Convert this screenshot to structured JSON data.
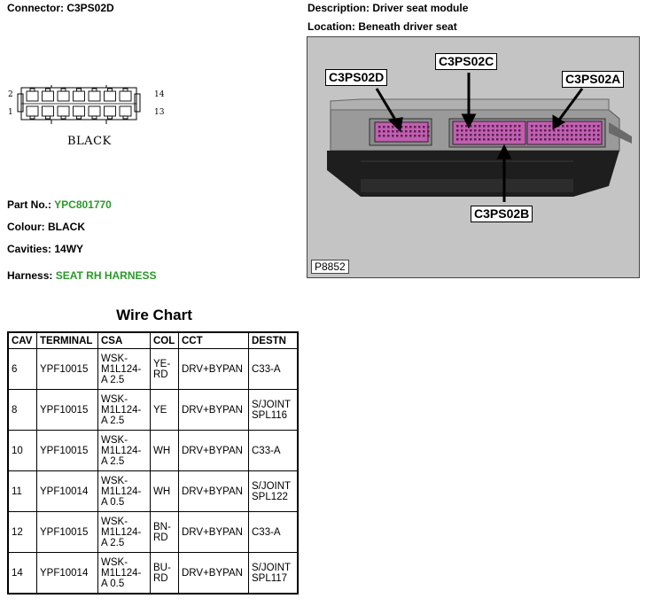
{
  "connector": {
    "label": "Connector: C3PS02D",
    "color_label": "BLACK",
    "pin_labels": {
      "top_left": "2",
      "bottom_left": "1",
      "top_right": "14",
      "bottom_right": "13"
    }
  },
  "description": {
    "label": "Description: Driver seat module",
    "location": "Location: Beneath driver seat"
  },
  "details": {
    "part_no_label": "Part No.:",
    "part_no": "YPC801770",
    "colour_label": "Colour:",
    "colour": "BLACK",
    "cavities_label": "Cavities:",
    "cavities": "14WY",
    "harness_label": "Harness:",
    "harness": "SEAT RH HARNESS"
  },
  "photo": {
    "callouts": {
      "d": "C3PS02D",
      "c": "C3PS02C",
      "a": "C3PS02A",
      "b": "C3PS02B"
    },
    "ref": "P8852",
    "colors": {
      "background": "#c4c4c4",
      "connector": "#c060b0"
    }
  },
  "wire_chart": {
    "title": "Wire Chart",
    "headers": [
      "CAV",
      "TERMINAL",
      "CSA",
      "COL",
      "CCT",
      "DESTN"
    ],
    "rows": [
      [
        "6",
        "YPF10015",
        "WSK-\nM1L124-\nA 2.5",
        "YE-\nRD",
        "DRV+BYPAN",
        "C33-A"
      ],
      [
        "8",
        "YPF10015",
        "WSK-\nM1L124-\nA 2.5",
        "YE",
        "DRV+BYPAN",
        "S/JOINT\nSPL116"
      ],
      [
        "10",
        "YPF10015",
        "WSK-\nM1L124-\nA 2.5",
        "WH",
        "DRV+BYPAN",
        "C33-A"
      ],
      [
        "11",
        "YPF10014",
        "WSK-\nM1L124-\nA 0.5",
        "WH",
        "DRV+BYPAN",
        "S/JOINT\nSPL122"
      ],
      [
        "12",
        "YPF10015",
        "WSK-\nM1L124-\nA 2.5",
        "BN-\nRD",
        "DRV+BYPAN",
        "C33-A"
      ],
      [
        "14",
        "YPF10014",
        "WSK-\nM1L124-\nA 0.5",
        "BU-\nRD",
        "DRV+BYPAN",
        "S/JOINT\nSPL117"
      ]
    ]
  }
}
